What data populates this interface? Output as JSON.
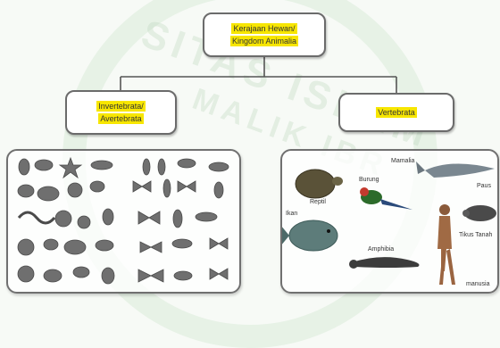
{
  "root": {
    "line1": "Kerajaan Hewan/",
    "line2": "Kingdom Animalia"
  },
  "invertebrata": {
    "line1": "Invertebrata/",
    "line2": "Avertebrata"
  },
  "vertebrata": {
    "label": "Vertebrata"
  },
  "vertebrate_labels": {
    "mamalia": "Mamalia",
    "reptil": "Reptil",
    "burung": "Burung",
    "paus": "Paus",
    "ikan": "Ikan",
    "tikus_tanah": "Tikus Tanah",
    "amphibia": "Amphibia",
    "manusia": "manusia"
  }
}
